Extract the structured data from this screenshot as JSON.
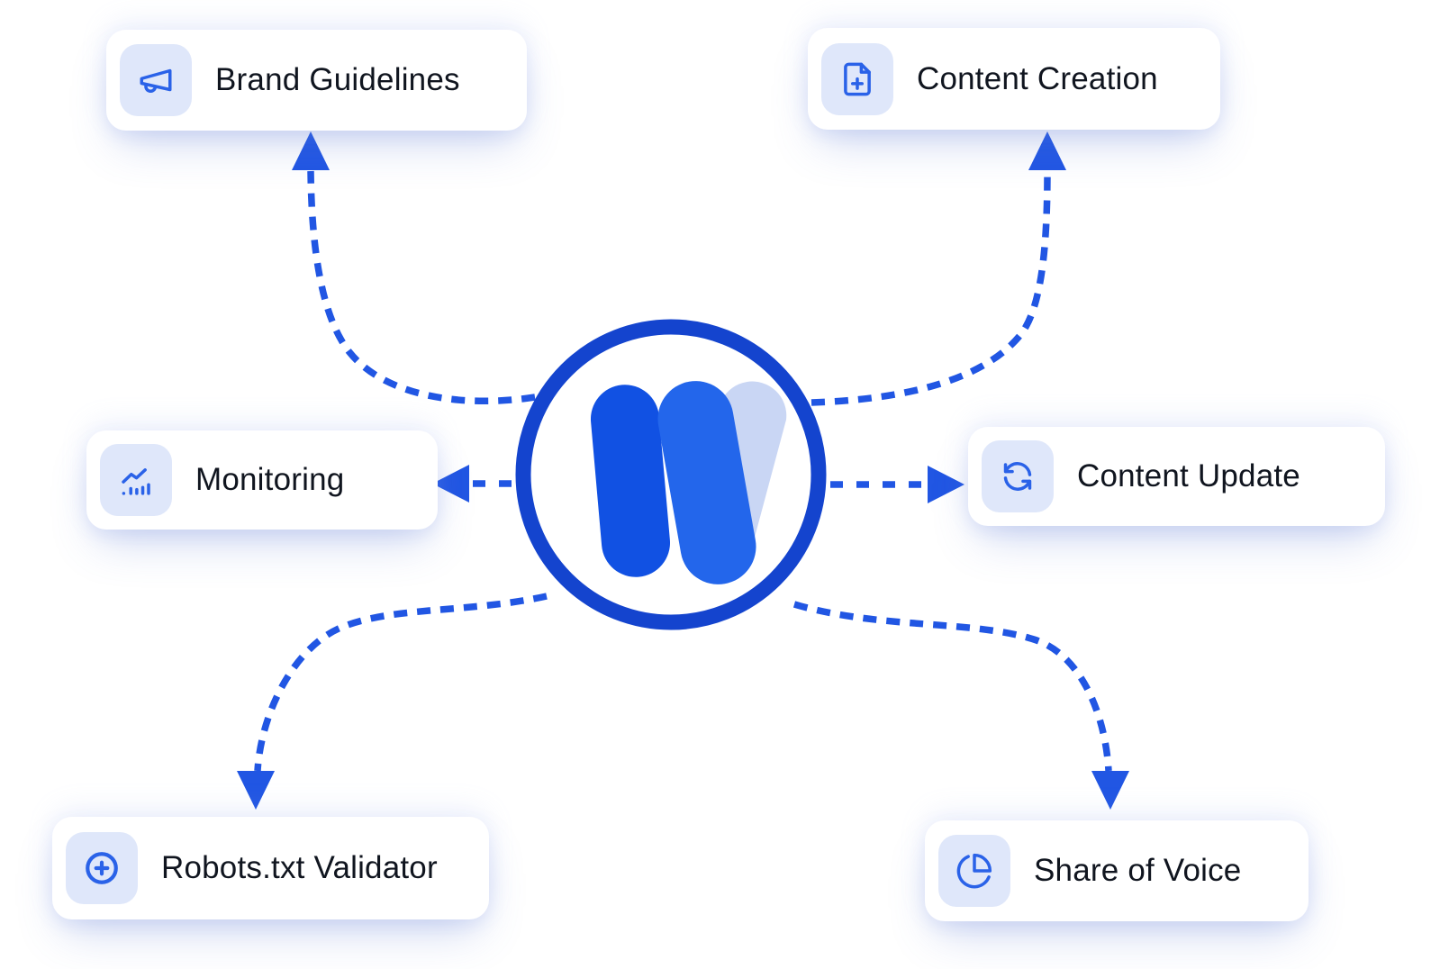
{
  "colors": {
    "accent": "#2156E3",
    "ring": "#1444CE",
    "logo_dark": "#1151E3",
    "logo_mid": "#2366EB",
    "logo_light": "#C9D6F4",
    "tile": "#DFE7FA",
    "icon": "#2A62E8",
    "text": "#10151F"
  },
  "diagram": {
    "center": {
      "name": "w-logo-hub"
    },
    "nodes": [
      {
        "id": "brand-guidelines",
        "label": "Brand Guidelines",
        "icon": "megaphone-icon"
      },
      {
        "id": "content-creation",
        "label": "Content Creation",
        "icon": "file-plus-icon"
      },
      {
        "id": "monitoring",
        "label": "Monitoring",
        "icon": "chart-icon"
      },
      {
        "id": "content-update",
        "label": "Content Update",
        "icon": "refresh-icon"
      },
      {
        "id": "robots-txt-validator",
        "label": "Robots.txt Validator",
        "icon": "plus-circle-icon"
      },
      {
        "id": "share-of-voice",
        "label": "Share of Voice",
        "icon": "pie-chart-icon"
      }
    ]
  }
}
